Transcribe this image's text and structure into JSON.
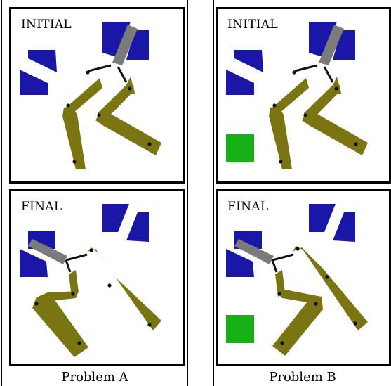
{
  "colors": {
    "link": "#7a7412",
    "link_light": "#a09a2a",
    "gripper": "#7b7b7b",
    "gripper_light": "#b0b0b0",
    "obstacle": "#1a17a8",
    "goal": "#17b017",
    "joint": "#111111"
  },
  "problem_a": {
    "caption": "Problem A",
    "initial_label": "INITIAL",
    "final_label": "FINAL"
  },
  "problem_b": {
    "caption": "Problem B",
    "initial_label": "INITIAL",
    "final_label": "FINAL"
  }
}
